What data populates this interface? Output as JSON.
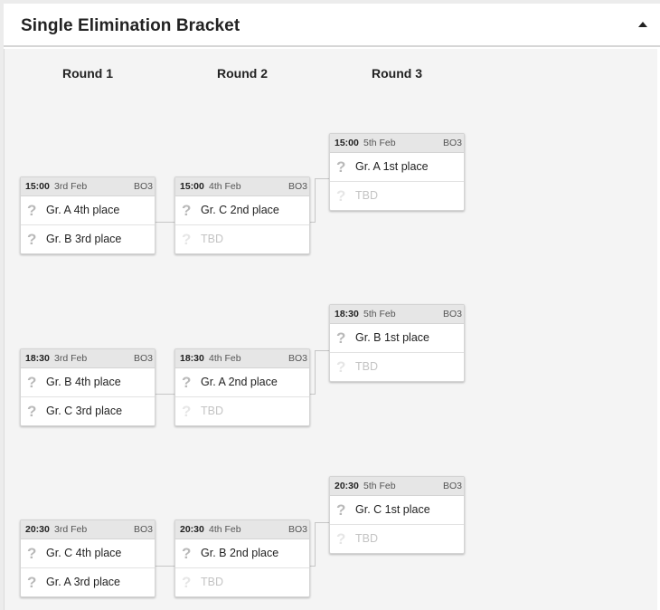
{
  "header": {
    "title": "Single Elimination Bracket"
  },
  "rounds": [
    {
      "label": "Round 1"
    },
    {
      "label": "Round 2"
    },
    {
      "label": "Round 3"
    }
  ],
  "matches": {
    "r1m1": {
      "time": "15:00",
      "date": "3rd Feb",
      "format": "BO3",
      "slot1": "Gr. A 4th place",
      "slot2": "Gr. B 3rd place"
    },
    "r1m2": {
      "time": "18:30",
      "date": "3rd Feb",
      "format": "BO3",
      "slot1": "Gr. B 4th place",
      "slot2": "Gr. C 3rd place"
    },
    "r1m3": {
      "time": "20:30",
      "date": "3rd Feb",
      "format": "BO3",
      "slot1": "Gr. C 4th place",
      "slot2": "Gr. A 3rd place"
    },
    "r2m1": {
      "time": "15:00",
      "date": "4th Feb",
      "format": "BO3",
      "slot1": "Gr. C 2nd place",
      "slot2": "TBD"
    },
    "r2m2": {
      "time": "18:30",
      "date": "4th Feb",
      "format": "BO3",
      "slot1": "Gr. A 2nd place",
      "slot2": "TBD"
    },
    "r2m3": {
      "time": "20:30",
      "date": "4th Feb",
      "format": "BO3",
      "slot1": "Gr. B 2nd place",
      "slot2": "TBD"
    },
    "r3m1": {
      "time": "15:00",
      "date": "5th Feb",
      "format": "BO3",
      "slot1": "Gr. A 1st place",
      "slot2": "TBD"
    },
    "r3m2": {
      "time": "18:30",
      "date": "5th Feb",
      "format": "BO3",
      "slot1": "Gr. B 1st place",
      "slot2": "TBD"
    },
    "r3m3": {
      "time": "20:30",
      "date": "5th Feb",
      "format": "BO3",
      "slot1": "Gr. C 1st place",
      "slot2": "TBD"
    }
  },
  "icons": {
    "unknown_team": "question-mark-icon",
    "collapse": "caret-up-icon"
  },
  "colors": {
    "canvas": "#f4f4f4",
    "match_header": "#e6e6e6",
    "tbd_text": "#c4c4c4"
  }
}
